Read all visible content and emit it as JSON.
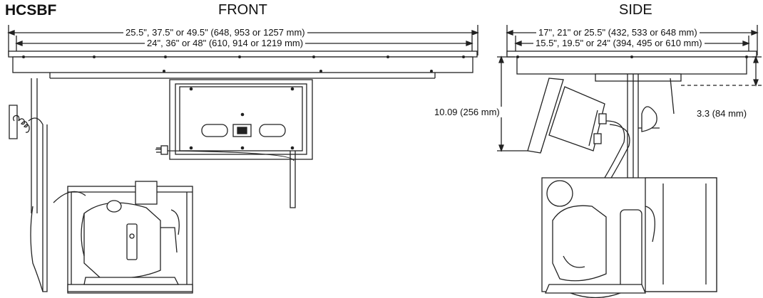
{
  "model": "HCSBF",
  "views": {
    "front": {
      "title": "FRONT"
    },
    "side": {
      "title": "SIDE"
    }
  },
  "dimensions": {
    "front_overall": "25.5\", 37.5\" or 49.5\" (648, 953 or 1257 mm)",
    "front_cutout": "24\", 36\" or 48\" (610, 914 or 1219 mm)",
    "side_overall": "17\", 21\" or 25.5\" (432, 533 or 648 mm)",
    "side_cutout": "15.5\", 19.5\" or 24\" (394, 495 or 610 mm)",
    "height": "10.09 (256 mm)",
    "depth_small": "3.3 (84 mm)"
  }
}
